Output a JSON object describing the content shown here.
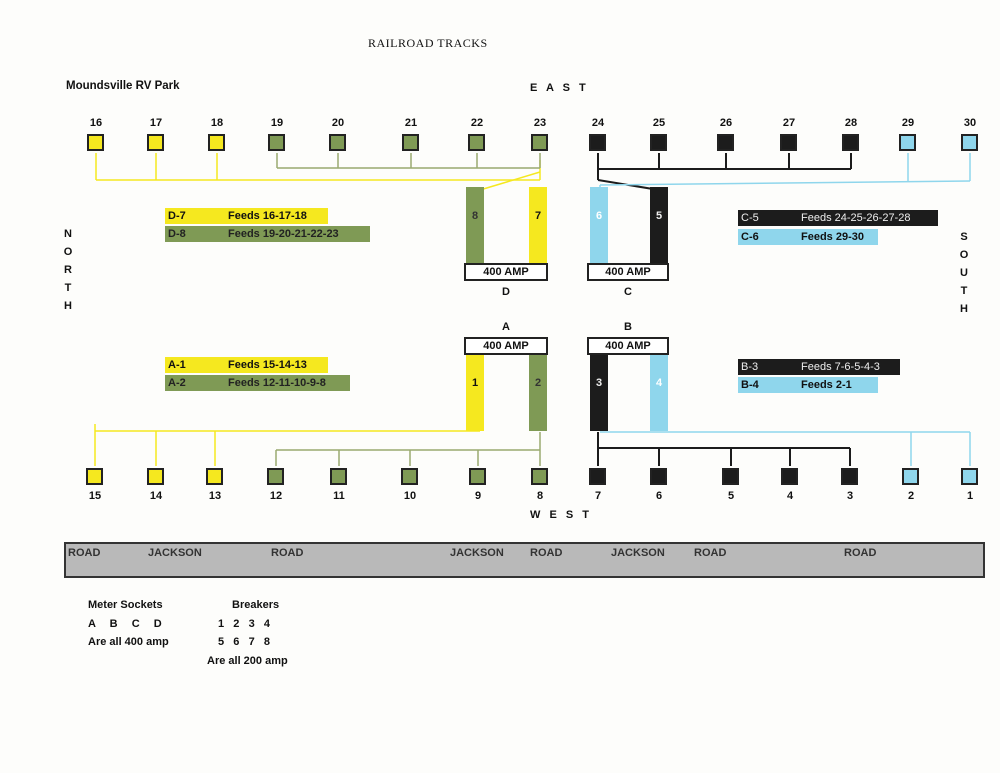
{
  "header": {
    "title": "RAILROAD TRACKS",
    "park_name": "Moundsville RV Park"
  },
  "compass": {
    "east": "E A S T",
    "west": "W E S T",
    "north": "NORTH",
    "south": "SOUTH"
  },
  "colors": {
    "yellow": "#f5e81f",
    "green": "#7f9a55",
    "black": "#1c1c1c",
    "blue": "#8fd6ec"
  },
  "lots_top": [
    {
      "n": "16",
      "c": "yellow"
    },
    {
      "n": "17",
      "c": "yellow"
    },
    {
      "n": "18",
      "c": "yellow"
    },
    {
      "n": "19",
      "c": "green"
    },
    {
      "n": "20",
      "c": "green"
    },
    {
      "n": "21",
      "c": "green"
    },
    {
      "n": "22",
      "c": "green"
    },
    {
      "n": "23",
      "c": "green"
    },
    {
      "n": "24",
      "c": "black"
    },
    {
      "n": "25",
      "c": "black"
    },
    {
      "n": "26",
      "c": "black"
    },
    {
      "n": "27",
      "c": "black"
    },
    {
      "n": "28",
      "c": "black"
    },
    {
      "n": "29",
      "c": "blue"
    },
    {
      "n": "30",
      "c": "blue"
    }
  ],
  "lots_bottom": [
    {
      "n": "15",
      "c": "yellow"
    },
    {
      "n": "14",
      "c": "yellow"
    },
    {
      "n": "13",
      "c": "yellow"
    },
    {
      "n": "12",
      "c": "green"
    },
    {
      "n": "11",
      "c": "green"
    },
    {
      "n": "10",
      "c": "green"
    },
    {
      "n": "9",
      "c": "green"
    },
    {
      "n": "8",
      "c": "green"
    },
    {
      "n": "7",
      "c": "black"
    },
    {
      "n": "6",
      "c": "black"
    },
    {
      "n": "5",
      "c": "black"
    },
    {
      "n": "4",
      "c": "black"
    },
    {
      "n": "3",
      "c": "black"
    },
    {
      "n": "2",
      "c": "blue"
    },
    {
      "n": "1",
      "c": "blue"
    }
  ],
  "feeds": {
    "d7": {
      "id": "D-7",
      "text": "Feeds 16-17-18"
    },
    "d8": {
      "id": "D-8",
      "text": "Feeds 19-20-21-22-23"
    },
    "c5": {
      "id": "C-5",
      "text": "Feeds 24-25-26-27-28"
    },
    "c6": {
      "id": "C-6",
      "text": "Feeds 29-30"
    },
    "a1": {
      "id": "A-1",
      "text": "Feeds 15-14-13"
    },
    "a2": {
      "id": "A-2",
      "text": "Feeds 12-11-10-9-8"
    },
    "b3": {
      "id": "B-3",
      "text": "Feeds 7-6-5-4-3"
    },
    "b4": {
      "id": "B-4",
      "text": "Feeds 2-1"
    }
  },
  "meters": {
    "d": {
      "amp": "400 AMP",
      "letter": "D"
    },
    "c": {
      "amp": "400 AMP",
      "letter": "C"
    },
    "a": {
      "amp": "400 AMP",
      "letter": "A"
    },
    "b": {
      "amp": "400 AMP",
      "letter": "B"
    }
  },
  "breaker_bars": {
    "b8": {
      "label": "8",
      "c": "green"
    },
    "b7": {
      "label": "7",
      "c": "yellow"
    },
    "b6": {
      "label": "6",
      "c": "blue"
    },
    "b5": {
      "label": "5",
      "c": "black"
    },
    "b1": {
      "label": "1",
      "c": "yellow"
    },
    "b2": {
      "label": "2",
      "c": "green"
    },
    "b3": {
      "label": "3",
      "c": "black"
    },
    "b4": {
      "label": "4",
      "c": "blue"
    }
  },
  "road": {
    "words": [
      "ROAD",
      "JACKSON",
      "ROAD",
      "JACKSON",
      "ROAD",
      "JACKSON",
      "ROAD",
      "ROAD"
    ]
  },
  "legend": {
    "meter_title": "Meter Sockets",
    "meter_letters": "A  B  C  D",
    "meter_note": "Are all 400 amp",
    "breaker_title": "Breakers",
    "breaker_row1": "1   2   3   4",
    "breaker_row2": "5   6   7   8",
    "breaker_note": "Are all 200 amp"
  }
}
